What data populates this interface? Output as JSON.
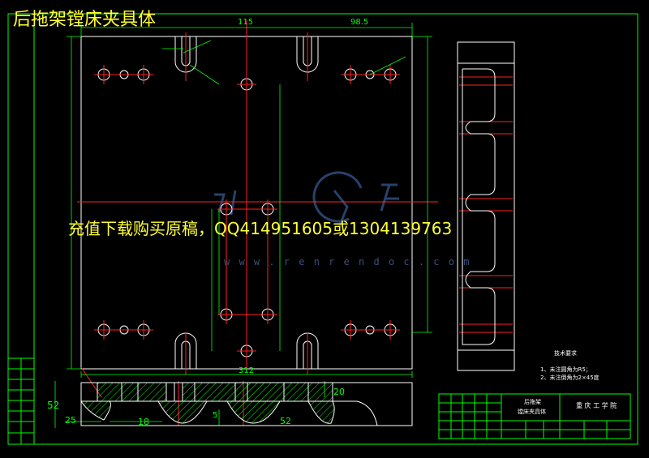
{
  "overlay": {
    "title": "后拖架镗床夹具体",
    "promo": "充值下载购买原稿，QQ414951605或1304139763",
    "watermark_url": "w w w . r e n r e n d o c . c o m"
  },
  "dimensions": {
    "d115": "115",
    "d98_5": "98.5",
    "d312": "312",
    "d52_left": "52",
    "d25": "25",
    "d18": "18",
    "d52_bottom": "52",
    "d20": "20",
    "d5": "5"
  },
  "title_block": {
    "part_name_1": "后拖架",
    "part_name_2": "镗床夹具体",
    "school": "重 庆 工 学 院"
  },
  "tech_requirements": {
    "heading": "技术要求",
    "line1": "1、未注圆角为R5；",
    "line2": "2、未注倒角为2×45度"
  },
  "colors": {
    "frame": "#00ff00",
    "outline": "#ffffff",
    "center": "#ff2020",
    "title_text": "#ffff33",
    "watermark": "#3a4f7a"
  }
}
